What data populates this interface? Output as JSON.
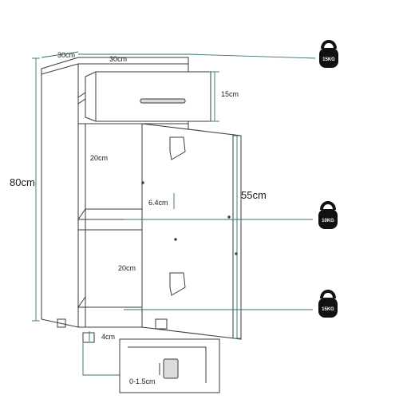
{
  "dimensions": {
    "depth": "30cm",
    "width": "30cm",
    "drawer_height": "15cm",
    "total_height": "80cm",
    "door_height": "55cm",
    "upper_shelf_height": "20cm",
    "lower_shelf_height": "20cm",
    "adjust_step": "6.4cm",
    "leg_height": "4cm",
    "leg_adjust": "0-1.5cm"
  },
  "weights": {
    "top": "15KG",
    "middle": "10KG",
    "bottom": "15KG"
  },
  "colors": {
    "line": "#3a3a3a",
    "guide": "#2f6f74",
    "kettlebell": "#111111",
    "background": "#ffffff"
  },
  "icons": [
    "kettlebell-icon",
    "hinge-icon",
    "drawer-handle-icon",
    "adjustable-foot-icon"
  ]
}
